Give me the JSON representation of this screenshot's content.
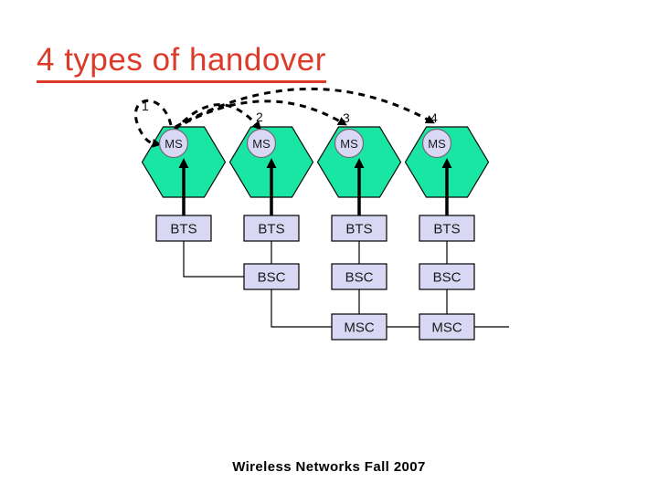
{
  "slide": {
    "title": "4 types of handover",
    "footer": "Wireless Networks Fall 2007"
  },
  "diagram": {
    "handover_labels": [
      "1",
      "2",
      "3",
      "4"
    ],
    "ms_labels": [
      "MS",
      "MS",
      "MS",
      "MS"
    ],
    "bts_labels": [
      "BTS",
      "BTS",
      "BTS",
      "BTS"
    ],
    "bsc_labels": [
      "BSC",
      "BSC",
      "BSC"
    ],
    "msc_labels": [
      "MSC",
      "MSC"
    ]
  },
  "colors": {
    "title_red": "#dd3a2a",
    "hexagon_green": "#19e6a2",
    "node_lavender": "#d8d8f4",
    "line_black": "#000000"
  }
}
